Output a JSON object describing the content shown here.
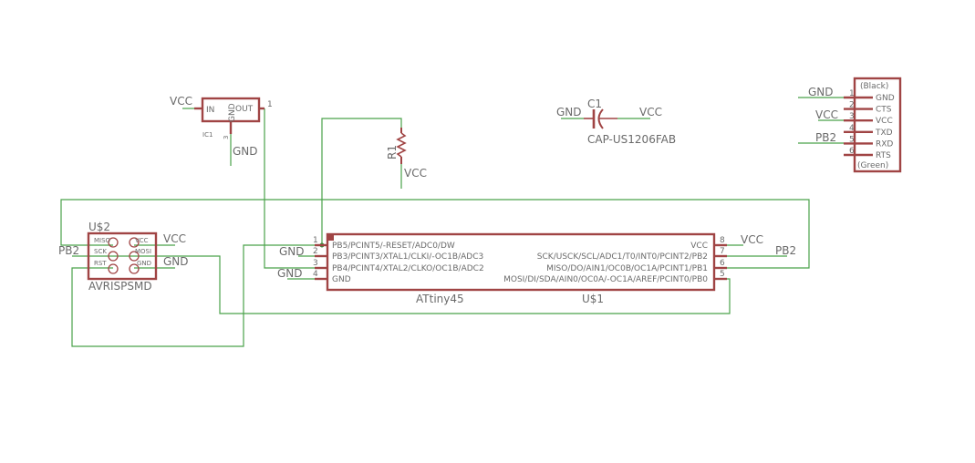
{
  "colors": {
    "wire": "#4aa24a",
    "part": "#a04444",
    "text": "#6a6a6a"
  },
  "ic1": {
    "name": "IC1",
    "in": "IN",
    "gnd": "GND",
    "out": "OUT",
    "pin_out": "1",
    "pin_gnd": "3",
    "vcc_label": "VCC",
    "gnd_label": "GND"
  },
  "r1": {
    "name": "R1",
    "vcc_label": "VCC"
  },
  "c1": {
    "name": "C1",
    "value": "CAP-US1206FAB",
    "gnd_label": "GND",
    "vcc_label": "VCC"
  },
  "header": {
    "top": "(Black)",
    "bottom": "(Green)",
    "pins": [
      {
        "num": "1",
        "name": "GND",
        "net": "GND"
      },
      {
        "num": "2",
        "name": "CTS",
        "net": ""
      },
      {
        "num": "3",
        "name": "VCC",
        "net": "VCC"
      },
      {
        "num": "4",
        "name": "TXD",
        "net": ""
      },
      {
        "num": "5",
        "name": "RXD",
        "net": "PB2"
      },
      {
        "num": "6",
        "name": "RTS",
        "net": ""
      }
    ]
  },
  "u2": {
    "name": "U$2",
    "value": "AVRISPSMD",
    "pins": [
      "MISO",
      "SCK",
      "RST",
      "VCC",
      "MOSI",
      "GND"
    ],
    "vcc_label": "VCC",
    "gnd_label": "GND",
    "pb2_label": "PB2"
  },
  "u1": {
    "name": "U$1",
    "value": "ATtiny45",
    "left": [
      {
        "num": "1",
        "name": "PB5/PCINT5/-RESET/ADC0/DW"
      },
      {
        "num": "2",
        "name": "PB3/PCINT3/XTAL1/CLKI/-OC1B/ADC3"
      },
      {
        "num": "3",
        "name": "PB4/PCINT4/XTAL2/CLKO/OC1B/ADC2"
      },
      {
        "num": "4",
        "name": "GND"
      }
    ],
    "right": [
      {
        "num": "8",
        "name": "VCC"
      },
      {
        "num": "7",
        "name": "SCK/USCK/SCL/ADC1/T0/INT0/PCINT2/PB2"
      },
      {
        "num": "6",
        "name": "MISO/DO/AIN1/OC0B/OC1A/PCINT1/PB1"
      },
      {
        "num": "5",
        "name": "MOSI/DI/SDA/AIN0/OC0A/-OC1A/AREF/PCINT0/PB0"
      }
    ],
    "gnd2_label": "GND",
    "gnd4_label": "GND",
    "vcc_label": "VCC",
    "pb2_label": "PB2"
  }
}
